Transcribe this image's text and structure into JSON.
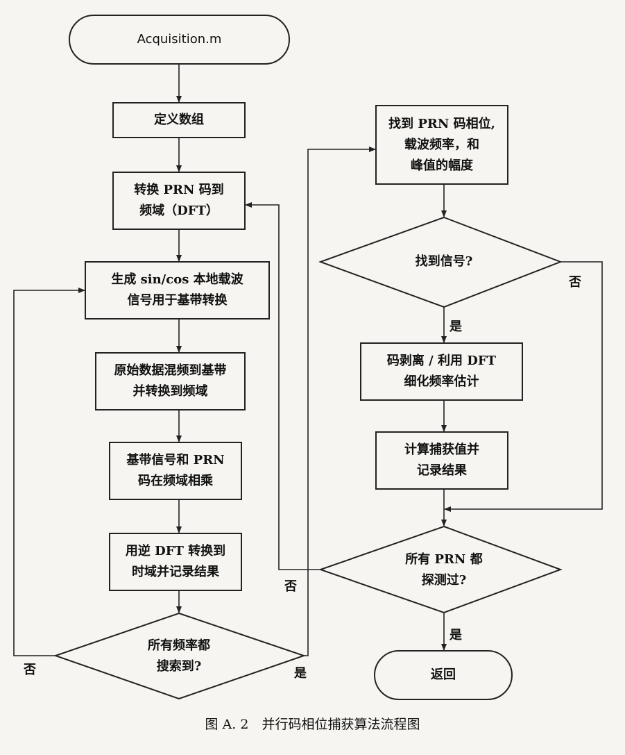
{
  "nodes": {
    "start": "Acquisition.m",
    "define_arrays": "定义数组",
    "convert_prn": "转换 PRN 码到\n频域（DFT）",
    "generate_carrier": "生成 sin/cos 本地载波\n信号用于基带转换",
    "mix_baseband": "原始数据混频到基带\n并转换到频域",
    "multiply": "基带信号和 PRN\n码在频域相乘",
    "inverse_dft": "用逆 DFT 转换到\n时域并记录结果",
    "all_freq": "所有频率都\n搜索到?",
    "find_phase": "找到 PRN 码相位,\n载波频率，和\n峰值的幅度",
    "signal_found": "找到信号?",
    "refine": "码剥离 / 利用 DFT\n细化频率估计",
    "compute": "计算捕获值并\n记录结果",
    "all_prn": "所有 PRN 都\n探测过?",
    "return": "返回"
  },
  "labels": {
    "no_freq": "否",
    "yes_freq": "是",
    "no_signal": "否",
    "yes_signal": "是",
    "no_prn": "否",
    "yes_prn": "是"
  },
  "caption": "图 A. 2　并行码相位捕获算法流程图"
}
